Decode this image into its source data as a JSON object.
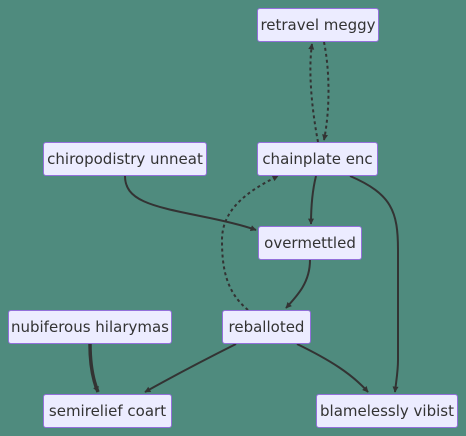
{
  "diagram": {
    "background": "#4f8b7e",
    "node_fill": "#ececff",
    "node_border": "#9370db",
    "edge_color": "#333333",
    "nodes": {
      "retravel_meggy": "retravel meggy",
      "chainplate_enc": "chainplate enc",
      "chiropodistry_unneat": "chiropodistry unneat",
      "overmettled": "overmettled",
      "nubiferous_hilarymas": "nubiferous hilarymas",
      "reballoted": "reballoted",
      "semirelief_coart": "semirelief coart",
      "blamelessly_vibist": "blamelessly vibist"
    },
    "edges": [
      {
        "from": "chainplate enc",
        "to": "retravel meggy",
        "style": "dotted"
      },
      {
        "from": "retravel meggy",
        "to": "chainplate enc",
        "style": "dotted"
      },
      {
        "from": "chainplate enc",
        "to": "overmettled",
        "style": "solid"
      },
      {
        "from": "chainplate enc",
        "to": "blamelessly vibist",
        "style": "solid"
      },
      {
        "from": "chiropodistry unneat",
        "to": "overmettled",
        "style": "solid"
      },
      {
        "from": "overmettled",
        "to": "reballoted",
        "style": "solid"
      },
      {
        "from": "reballoted",
        "to": "chainplate enc",
        "style": "dotted"
      },
      {
        "from": "reballoted",
        "to": "semirelief coart",
        "style": "solid"
      },
      {
        "from": "reballoted",
        "to": "blamelessly vibist",
        "style": "solid"
      },
      {
        "from": "nubiferous hilarymas",
        "to": "semirelief coart",
        "style": "thick"
      }
    ]
  }
}
